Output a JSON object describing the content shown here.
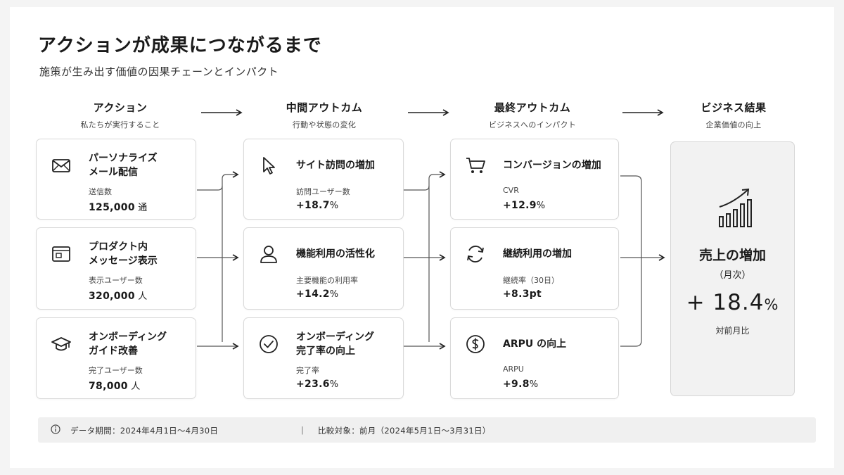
{
  "title": "アクションが成果につながるまで",
  "subtitle": "施策が生み出す価値の因果チェーンとインパクト",
  "columns": [
    {
      "heading": "アクション",
      "sub": "私たちが実行すること"
    },
    {
      "heading": "中間アウトカム",
      "sub": "行動や状態の変化"
    },
    {
      "heading": "最終アウトカム",
      "sub": "ビジネスへのインパクト"
    },
    {
      "heading": "ビジネス結果",
      "sub": "企業価値の向上"
    }
  ],
  "actions": [
    {
      "icon": "envelope-icon",
      "title": "パーソナライズ\nメール配信",
      "label": "送信数",
      "value": "125,000",
      "unit": " 通"
    },
    {
      "icon": "browser-window-icon",
      "title": "プロダクト内\nメッセージ表示",
      "label": "表示ユーザー数",
      "value": "320,000",
      "unit": " 人"
    },
    {
      "icon": "graduation-cap-icon",
      "title": "オンボーディング\nガイド改善",
      "label": "完了ユーザー数",
      "value": "78,000",
      "unit": " 人"
    }
  ],
  "intermediate": [
    {
      "icon": "cursor-pointer-icon",
      "title": "サイト訪問の増加",
      "label": "訪問ユーザー数",
      "value": "+18.7",
      "unit": "%"
    },
    {
      "icon": "user-icon",
      "title": "機能利用の活性化",
      "label": "主要機能の利用率",
      "value": "+14.2",
      "unit": "%"
    },
    {
      "icon": "check-circle-icon",
      "title": "オンボーディング\n完了率の向上",
      "label": "完了率",
      "value": "+23.6",
      "unit": "%"
    }
  ],
  "final": [
    {
      "icon": "shopping-cart-icon",
      "title": "コンバージョンの増加",
      "label": "CVR",
      "value": "+12.9",
      "unit": "%"
    },
    {
      "icon": "refresh-cycle-icon",
      "title": "継続利用の増加",
      "label": "継続率（30日）",
      "value": "+8.3pt",
      "unit": ""
    },
    {
      "icon": "dollar-coin-icon",
      "title": "ARPU の向上",
      "label": "ARPU",
      "value": "+9.8",
      "unit": "%"
    }
  ],
  "result": {
    "icon": "growth-chart-icon",
    "title": "売上の増加",
    "period": "（月次）",
    "value": "+ 18.4",
    "unit": "%",
    "comparison": "対前月比"
  },
  "footer": {
    "icon": "info-icon",
    "period": "データ期間：2024年4月1日〜4月30日",
    "separator": "|",
    "comparison": "比較対象：前月（2024年5月1日〜3月31日）"
  }
}
